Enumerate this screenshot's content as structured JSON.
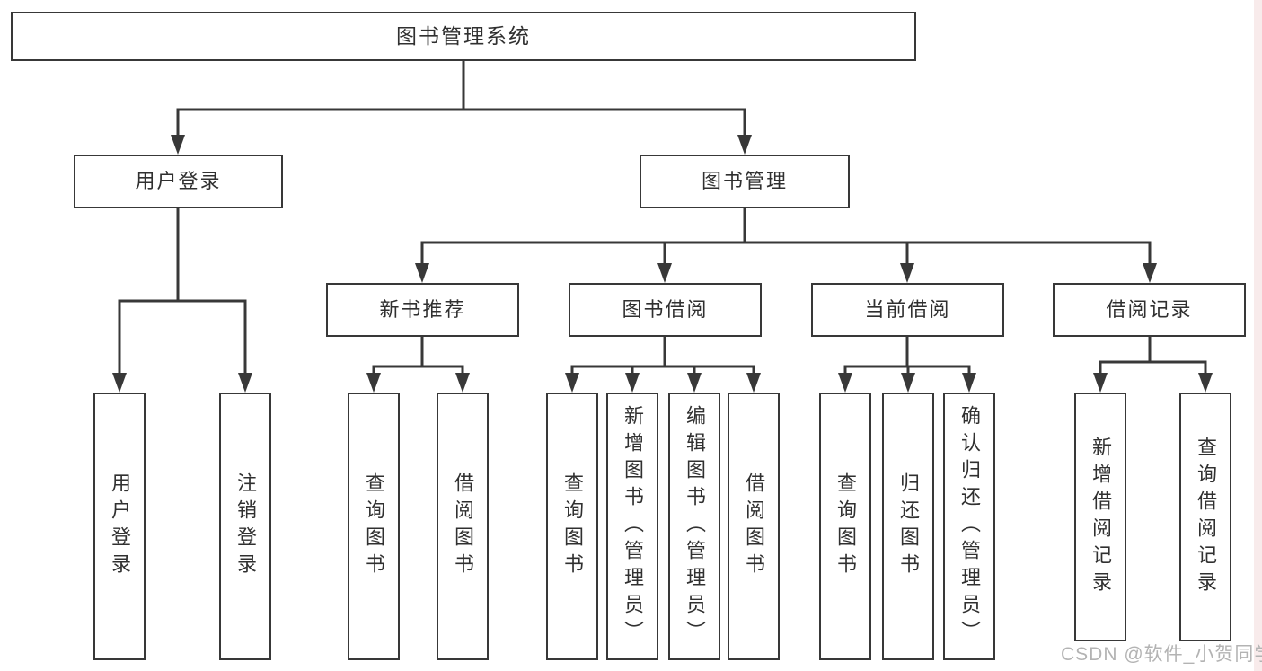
{
  "diagram": {
    "root": {
      "label": "图书管理系统"
    },
    "level2": {
      "user_login": {
        "label": "用户登录"
      },
      "book_management": {
        "label": "图书管理"
      }
    },
    "level3": {
      "new_book_recommend": {
        "label": "新书推荐"
      },
      "book_borrowing": {
        "label": "图书借阅"
      },
      "current_borrowing": {
        "label": "当前借阅"
      },
      "borrowing_records": {
        "label": "借阅记录"
      }
    },
    "leaves": {
      "user_login": [
        "用户登录",
        "注销登录"
      ],
      "new_book": [
        "查询图书",
        "借阅图书"
      ],
      "book_borrow": [
        "查询图书",
        "新增图书（管理员）",
        "编辑图书（管理员）",
        "借阅图书"
      ],
      "current_borrow": [
        "查询图书",
        "归还图书",
        "确认归还（管理员）"
      ],
      "borrow_record": [
        "新增借阅记录",
        "查询借阅记录"
      ]
    }
  },
  "watermark": "CSDN @软件_小贺同学",
  "colors": {
    "line": "#383838",
    "text": "#303030",
    "watermark_text": "#b3b3b3",
    "right_edge_strip": "#f8ebeb"
  }
}
